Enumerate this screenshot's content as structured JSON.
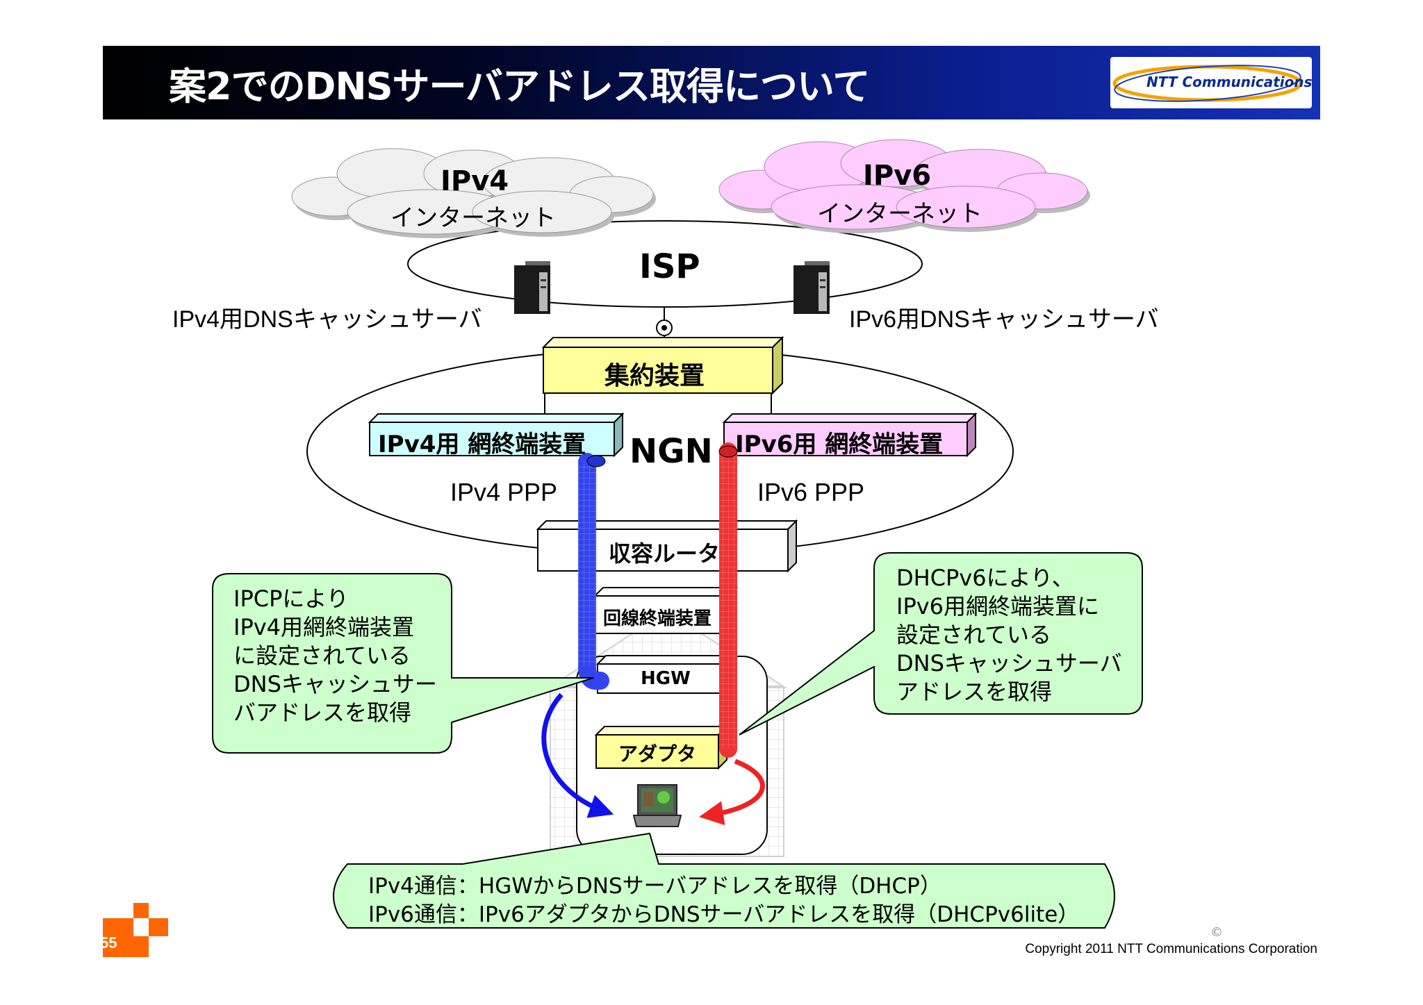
{
  "header": {
    "title": "案2でのDNSサーバアドレス取得について",
    "logo_text": "NTT Communications"
  },
  "clouds": {
    "ipv4": {
      "title": "IPv4",
      "subtitle": "インターネット",
      "fill": "#f0f0f0"
    },
    "ipv6": {
      "title": "IPv6",
      "subtitle": "インターネット",
      "fill": "#ffccff"
    }
  },
  "isp_label": "ISP",
  "ngn_label": "NGN",
  "dns_servers": {
    "ipv4_label": "IPv4用DNSキャッシュサーバ",
    "ipv6_label": "IPv6用DNSキャッシュサーバ"
  },
  "boxes": {
    "aggregation": "集約装置",
    "ipv4_terminal": "IPv4用 網終端装置",
    "ipv6_terminal": "IPv6用 網終端装置",
    "accommodation_router": "収容ルータ",
    "line_terminal": "回線終端装置",
    "hgw": "HGW",
    "adapter": "アダプタ"
  },
  "ppp": {
    "ipv4": "IPv4 PPP",
    "ipv6": "IPv6 PPP"
  },
  "callouts": {
    "left": [
      "IPCPにより",
      "IPv4用網終端装置",
      "に設定されている",
      "DNSキャッシュサー",
      "バアドレスを取得"
    ],
    "right": [
      "DHCPv6により、",
      "IPv6用網終端装置に",
      "設定されている",
      "DNSキャッシュサーバ",
      "アドレスを取得"
    ],
    "bottom": [
      "IPv4通信：HGWからDNSサーバアドレスを取得（DHCP）",
      "IPv6通信：IPv6アダプタからDNSサーバアドレスを取得（DHCPv6lite）"
    ]
  },
  "colors": {
    "ipv4_pipe": "#3344ee",
    "ipv6_pipe": "#ee3333",
    "callout_fill": "#ccffcc",
    "aggregation_fill": "#ffff99",
    "ipv4_terminal_fill": "#ccffff",
    "ipv6_terminal_fill": "#ffccff",
    "adapter_fill": "#ffff99",
    "title_bar": "#0a1d8c",
    "page_badge": "#ff6600"
  },
  "footer": {
    "page_number": "55",
    "copyright_symbol": "©",
    "copyright": "Copyright 2011 NTT Communications Corporation"
  }
}
